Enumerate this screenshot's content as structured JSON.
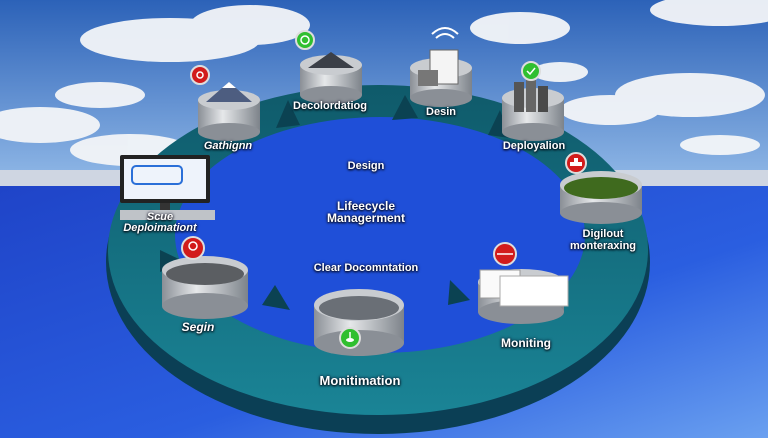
{
  "center": {
    "top": "Design",
    "title_line1": "Lifeecycle",
    "title_line2": "Managerment",
    "bottom": "Clear Docomntation"
  },
  "stages": [
    {
      "label": "Gathignn",
      "badge": "red",
      "icon": "gear-icon"
    },
    {
      "label": "Decolordatiog",
      "badge": "green",
      "icon": "target-icon"
    },
    {
      "label": "Desin",
      "badge": "none",
      "icon": "wifi-icon"
    },
    {
      "label": "Deployalion",
      "badge": "green",
      "icon": "check-icon"
    },
    {
      "label": "Digilout",
      "label2": "monteraxing",
      "badge": "red",
      "icon": "plus-icon"
    },
    {
      "label": "Moniting",
      "badge": "red",
      "icon": "arrows-icon"
    },
    {
      "label": "Monitimation",
      "badge": "green",
      "icon": "spoon-icon"
    },
    {
      "label": "Segin",
      "badge": "red",
      "icon": "lightbulb-icon"
    },
    {
      "label": "Scue",
      "label2": "Deploimationt",
      "badge": "none",
      "icon": "monitor-icon"
    }
  ],
  "colors": {
    "ring": "#136f80",
    "floor": "#2456d8",
    "badge_red": "#d21b1b",
    "badge_green": "#2fbf2f"
  }
}
